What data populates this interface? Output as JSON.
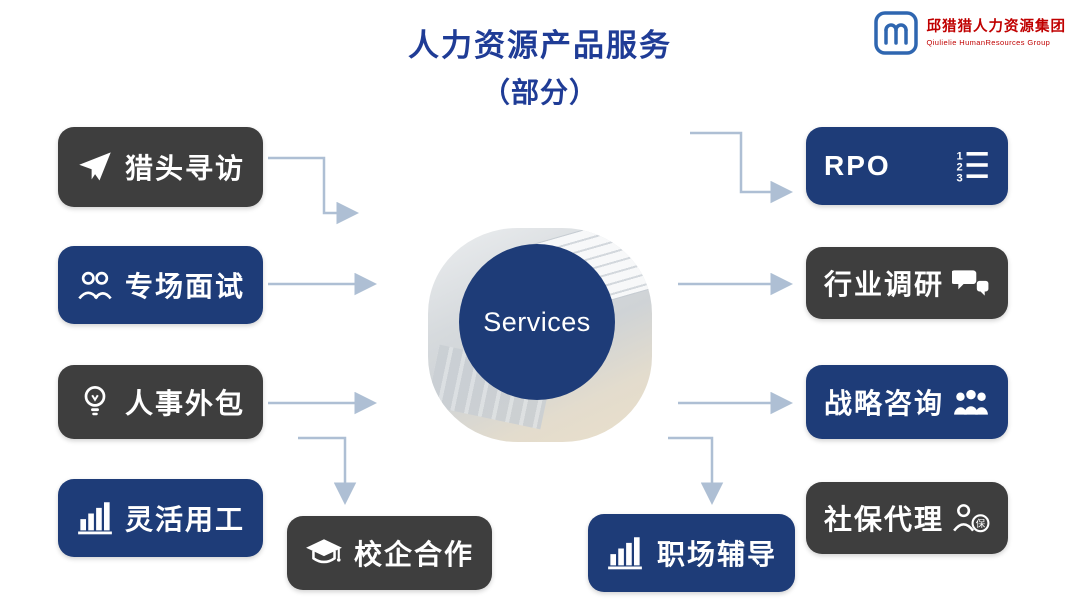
{
  "title": {
    "main": "人力资源产品服务",
    "sub": "（部分）"
  },
  "logo": {
    "name_cn": "邱猎猎人力资源集团",
    "name_en": "Qiulielie HumanResources Group"
  },
  "center": {
    "label": "Services"
  },
  "services": {
    "left": [
      {
        "label": "猎头寻访",
        "icon": "paper-plane-icon",
        "style": "gray"
      },
      {
        "label": "专场面试",
        "icon": "people-icon",
        "style": "blue"
      },
      {
        "label": "人事外包",
        "icon": "lightbulb-icon",
        "style": "gray"
      },
      {
        "label": "灵活用工",
        "icon": "bar-chart-icon",
        "style": "blue"
      }
    ],
    "bottom": [
      {
        "label": "校企合作",
        "icon": "graduation-cap-icon",
        "style": "gray"
      },
      {
        "label": "职场辅导",
        "icon": "bar-chart-icon",
        "style": "blue"
      }
    ],
    "right": [
      {
        "label": "RPO",
        "icon": "numbered-list-icon",
        "style": "blue"
      },
      {
        "label": "行业调研",
        "icon": "speech-bubbles-icon",
        "style": "gray"
      },
      {
        "label": "战略咨询",
        "icon": "people-group-icon",
        "style": "blue"
      },
      {
        "label": "社保代理",
        "icon": "insurance-person-icon",
        "style": "gray"
      }
    ]
  },
  "colors": {
    "box_blue": "#1e3c78",
    "box_gray": "#3e3e3e",
    "title_blue": "#1f3c96",
    "circle_blue": "#1e3c78",
    "connector_line": "#aebfd4",
    "logo_red": "#c00000",
    "logo_blue": "#2f66b0"
  }
}
